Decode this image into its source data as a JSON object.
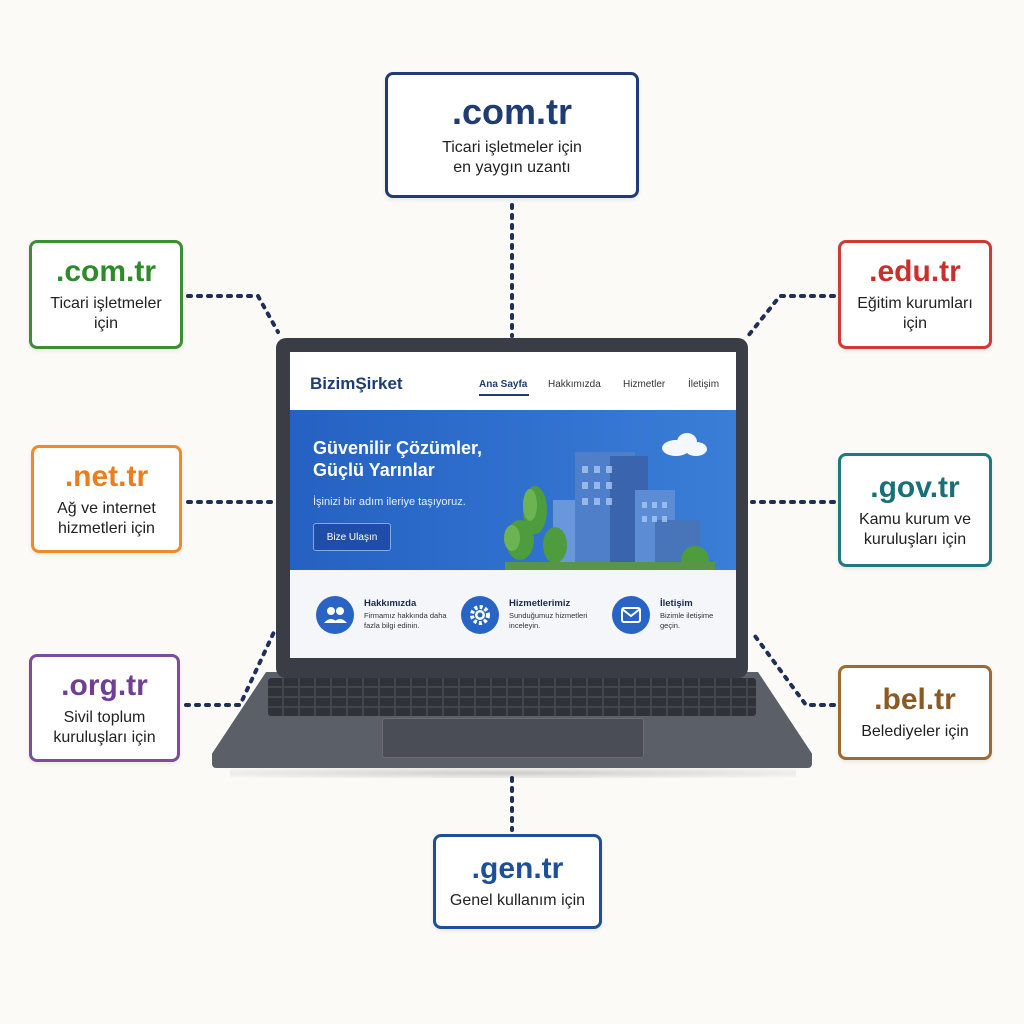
{
  "center_top": {
    "domain": ".com.tr",
    "description": "Ticari işletmeler için\nen yaygın uzantı"
  },
  "left_items": [
    {
      "domain": ".com.tr",
      "description": "Ticari işletmeler\niçin",
      "color": "#2f8a2b"
    },
    {
      "domain": ".net.tr",
      "description": "Ağ ve internet\nhizmetleri için",
      "color": "#ea7d1e"
    },
    {
      "domain": ".org.tr",
      "description": "Sivil toplum\nkuruluşları için",
      "color": "#6e3f95"
    }
  ],
  "right_items": [
    {
      "domain": ".edu.tr",
      "description": "Eğitim kurumları\niçin",
      "color": "#c9302c"
    },
    {
      "domain": ".gov.tr",
      "description": "Kamu kurum ve\nkuruluşları için",
      "color": "#1a7175"
    },
    {
      "domain": ".bel.tr",
      "description": "Belediyeler için",
      "color": "#8b5a22"
    }
  ],
  "center_bottom": {
    "domain": ".gen.tr",
    "description": "Genel kullanım için"
  },
  "website": {
    "logo": "BizimŞirket",
    "nav": [
      "Ana Sayfa",
      "Hakkımızda",
      "Hizmetler",
      "İletişim"
    ],
    "hero_title": "Güvenilir Çözümler, Güçlü Yarınlar",
    "hero_subtitle": "İşinizi bir adım ileriye taşıyoruz.",
    "hero_button": "Bize Ulaşın",
    "features": [
      {
        "title": "Hakkımızda",
        "text": "Firmamız hakkında daha fazla bilgi edinin.",
        "icon": "users-icon"
      },
      {
        "title": "Hizmetlerimiz",
        "text": "Sunduğumuz hizmetleri inceleyin.",
        "icon": "gear-icon"
      },
      {
        "title": "İletişim",
        "text": "Bizimle iletişime geçin.",
        "icon": "mail-icon"
      }
    ]
  }
}
